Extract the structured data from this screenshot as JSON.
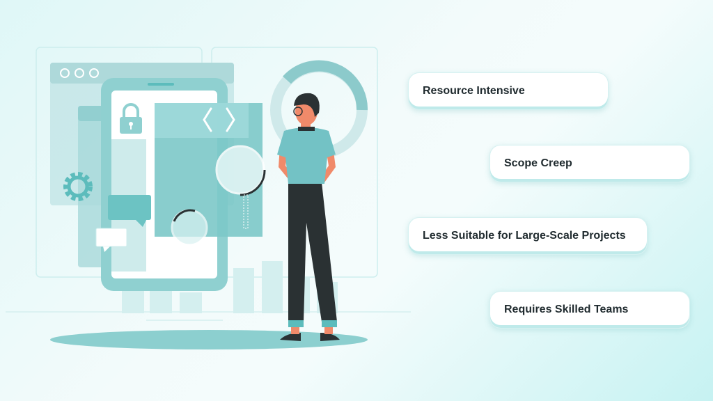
{
  "items": [
    {
      "label": "Resource Intensive"
    },
    {
      "label": "Scope Creep"
    },
    {
      "label": "Less Suitable for Large-Scale Projects"
    },
    {
      "label": "Requires Skilled Teams"
    }
  ],
  "colors": {
    "accent": "#5cbcbc",
    "accent_light": "#a8dcdc",
    "pill_text": "#1f2a2e",
    "pants": "#2a3133"
  },
  "icons": [
    "lock-icon",
    "code-brackets-icon",
    "gear-icon",
    "chat-bubble-icon"
  ]
}
